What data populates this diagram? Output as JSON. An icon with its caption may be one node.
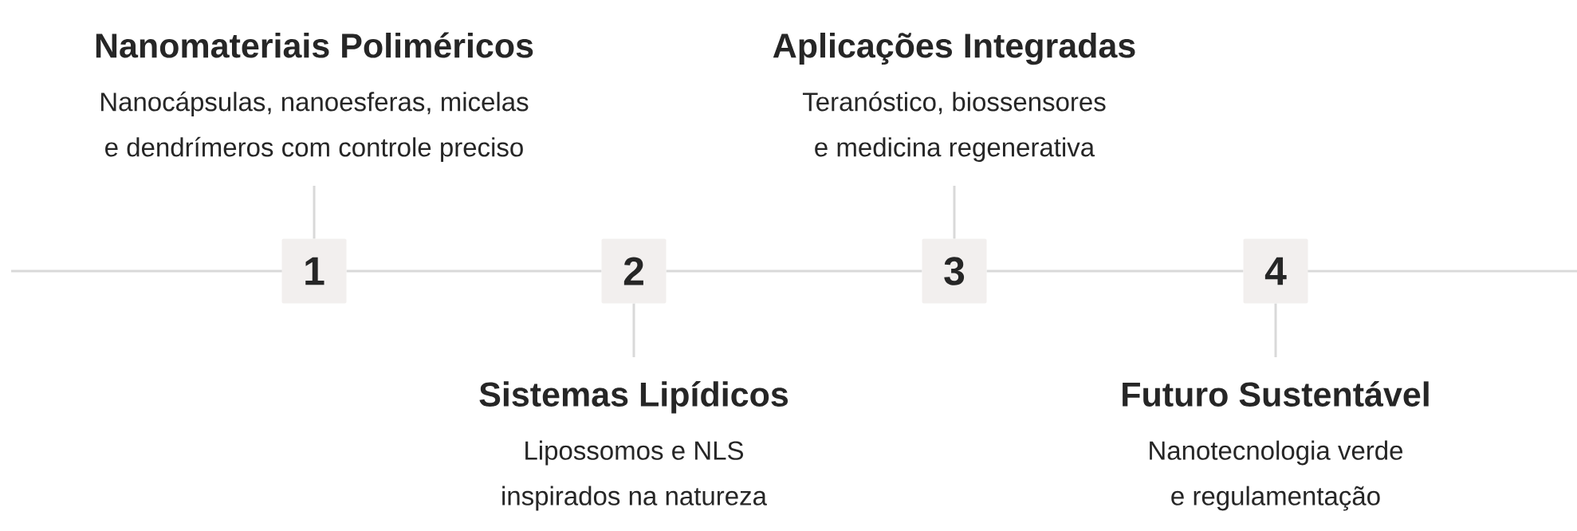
{
  "diagram": {
    "nodes": [
      {
        "text": [
          "1"
        ]
      },
      {
        "text": [
          "2"
        ]
      },
      {
        "text": [
          "3"
        ]
      },
      {
        "text": [
          "4"
        ]
      },
      {
        "text": [
          "Nanomateriais Poliméricos",
          "Nanocápsulas, nanoesferas, micelas e dendrímeros com controle preciso"
        ]
      },
      {
        "text": [
          "Sistemas Lipídicos",
          "Lipossomos e NLS inspirados na natureza"
        ]
      },
      {
        "text": [
          "Aplicações Integradas",
          "Teranóstico, biossensores e medicina regenerativa"
        ]
      },
      {
        "text": [
          "Futuro Sustentável",
          "Nanotecnologia verde e regulamentação"
        ]
      }
    ],
    "edges": [
      {
        "from": 0,
        "to": 1,
        "arrow": "none"
      },
      {
        "from": 1,
        "to": 2,
        "arrow": "none"
      },
      {
        "from": 2,
        "to": 3,
        "arrow": "none"
      },
      {
        "from": 0,
        "to": 4,
        "arrow": "none"
      },
      {
        "from": 1,
        "to": 5,
        "arrow": "none"
      },
      {
        "from": 2,
        "to": 6,
        "arrow": "none"
      },
      {
        "from": 3,
        "to": 7,
        "arrow": "none"
      }
    ]
  }
}
